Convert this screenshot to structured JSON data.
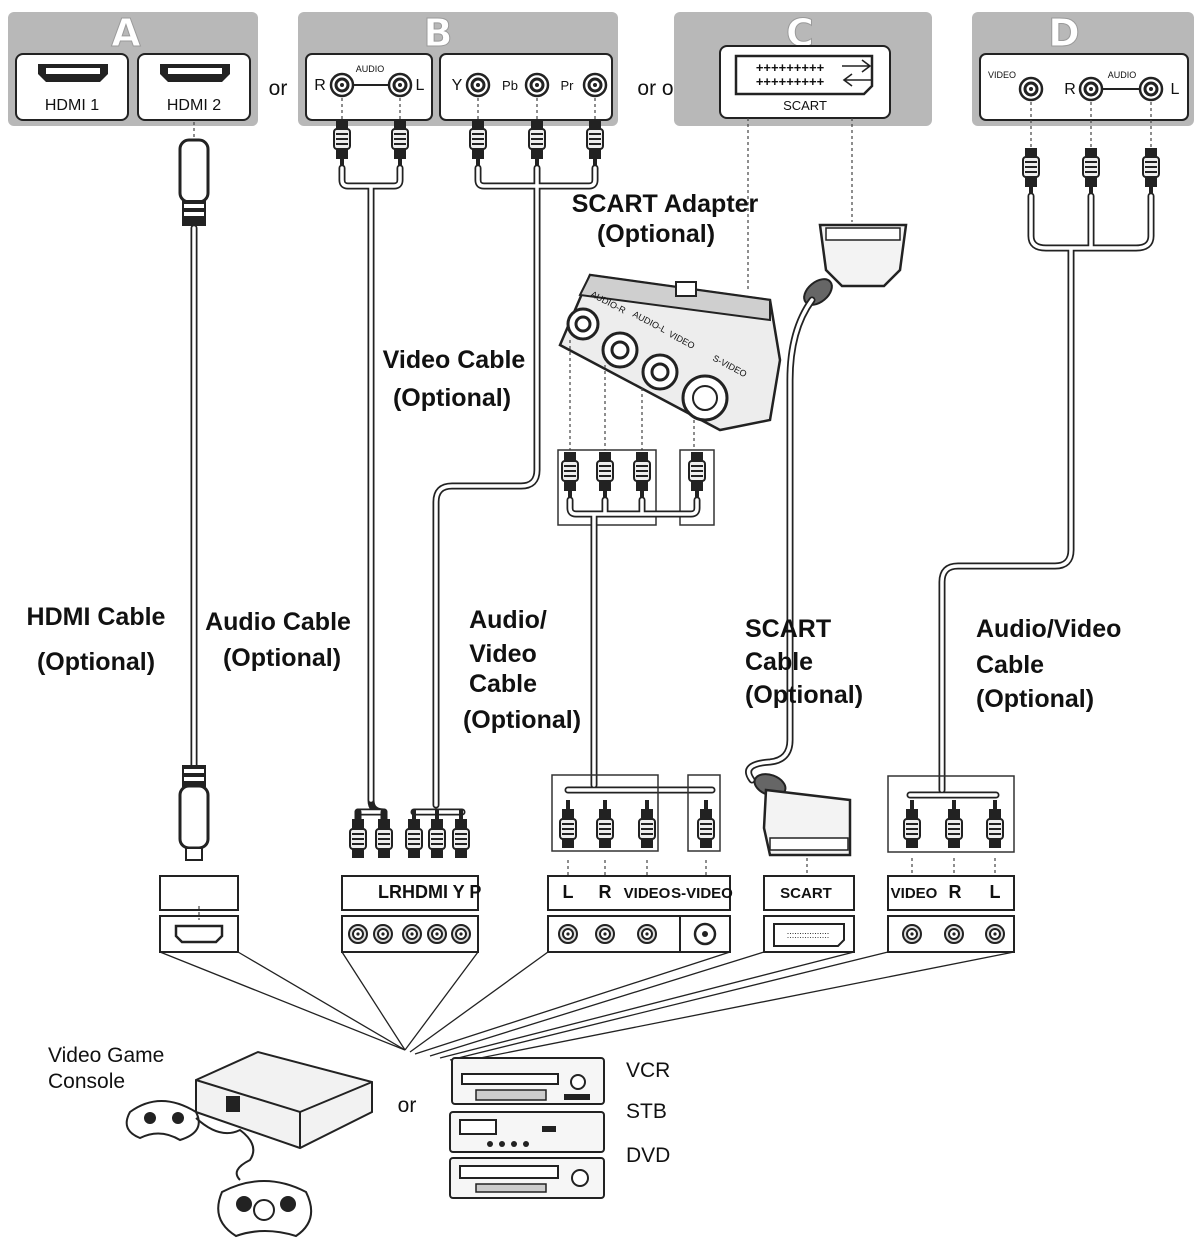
{
  "panels": {
    "a": {
      "letter": "A",
      "hdmi1": "HDMI 1",
      "hdmi2": "HDMI 2"
    },
    "b": {
      "letter": "B",
      "audio": "AUDIO",
      "r": "R",
      "l": "L",
      "y": "Y",
      "pb": "Pb",
      "pr": "Pr"
    },
    "c": {
      "letter": "C",
      "scart": "SCART"
    },
    "d": {
      "letter": "D",
      "video": "VIDEO",
      "r": "R",
      "audio": "AUDIO",
      "l": "L"
    }
  },
  "or_labels": {
    "ab": "or",
    "bc": "or or",
    "bottom": "or"
  },
  "cables": {
    "hdmi": [
      "HDMI Cable",
      "(Optional)"
    ],
    "audio": [
      "Audio  Cable",
      "(Optional)"
    ],
    "video": [
      "Video Cable",
      "(Optional)"
    ],
    "av": [
      "Audio/",
      "Video",
      "Cable",
      "(Optional)"
    ],
    "scart_adapter": [
      "SCART  Adapter",
      "(Optional)"
    ],
    "scart": [
      "SCART",
      "Cable",
      "(Optional)"
    ],
    "av2": [
      "Audio/Video",
      "Cable",
      "(Optional)"
    ]
  },
  "adapter": {
    "svideo": "S-VIDEO",
    "video": "VIDEO",
    "audio_l": "AUDIO-L",
    "audio_r": "AUDIO-R"
  },
  "jacks": {
    "comp": "LRHDMI Y P",
    "av": {
      "l": "L",
      "r": "R",
      "video": "VIDEO",
      "svideo": "S-VIDEO"
    },
    "scart": "SCART",
    "av2": {
      "video": "VIDEO",
      "r": "R",
      "l": "L"
    }
  },
  "devices": {
    "console": [
      "Video Game",
      "Console"
    ],
    "vcr": "VCR",
    "stb": "STB",
    "dvd": "DVD"
  }
}
